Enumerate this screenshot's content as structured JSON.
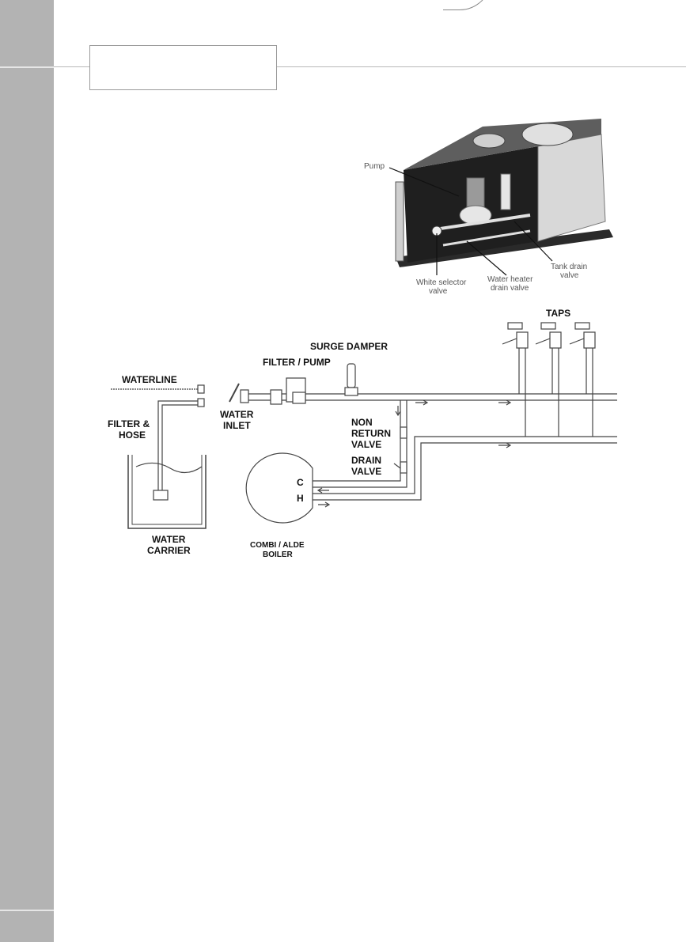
{
  "photo": {
    "callouts": {
      "pump": "Pump",
      "white_selector_line1": "White selector",
      "white_selector_line2": "valve",
      "water_heater_line1": "Water heater",
      "water_heater_line2": "drain valve",
      "tank_drain_line1": "Tank drain",
      "tank_drain_line2": "valve"
    }
  },
  "diagram": {
    "labels": {
      "taps": "TAPS",
      "surge_damper": "SURGE DAMPER",
      "filter_pump": "FILTER / PUMP",
      "waterline": "WATERLINE",
      "filter_hose_line1": "FILTER &",
      "filter_hose_line2": "HOSE",
      "water_inlet_line1": "WATER",
      "water_inlet_line2": "INLET",
      "non_return_line1": "NON",
      "non_return_line2": "RETURN",
      "non_return_line3": "VALVE",
      "drain_valve_line1": "DRAIN",
      "drain_valve_line2": "VALVE",
      "cold": "C",
      "hot": "H",
      "water_carrier_line1": "WATER",
      "water_carrier_line2": "CARRIER",
      "boiler_line1": "COMBI / ALDE",
      "boiler_line2": "BOILER"
    }
  }
}
